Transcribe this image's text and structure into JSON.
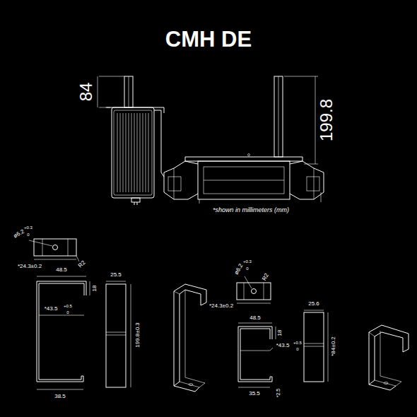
{
  "diagram": {
    "title": "CMH DE",
    "labels": [
      "84",
      "199.8",
      "*shown in millimeters (mm)",
      "ø6.2",
      "+0.3",
      "0",
      "R2",
      "*24.3±0.2",
      "48.5",
      "18",
      "*43.5",
      "+0.5",
      "0",
      "38.5",
      "25.5",
      "199.8±0.3",
      "ø6.2",
      "+0.3",
      "0",
      "R2",
      "*24.3±0.2",
      "48.5",
      "18",
      "*43.5",
      "+0.5",
      "0",
      "35.5",
      "*2.5",
      "25.6",
      "*84±0.2"
    ]
  }
}
